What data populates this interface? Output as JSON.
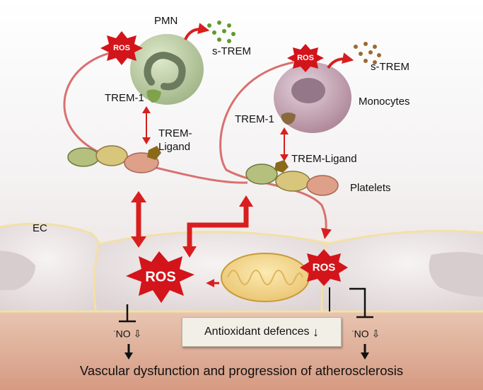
{
  "labels": {
    "pmn": "PMN",
    "s_trem_pmn": "s-TREM",
    "s_trem_mono": "s-TREM",
    "trem1_pmn": "TREM-1",
    "trem_ligand_pmn_line1": "TREM-",
    "trem_ligand_pmn_line2": "Ligand",
    "monocytes": "Monocytes",
    "trem1_mono": "TREM-1",
    "trem_ligand_mono": "TREM-Ligand",
    "platelets": "Platelets",
    "ec": "EC",
    "ros_pmn": "ROS",
    "ros_mono": "ROS",
    "ros_center": "ROS",
    "ros_right": "ROS",
    "no_left": "NO",
    "no_right": "NO",
    "no_dot": "·",
    "no_arrow": "⇩",
    "antioxidant": "Antioxidant defences",
    "antioxidant_arrow": "↓",
    "caption": "Vascular dysfunction and progression of atherosclerosis"
  },
  "colors": {
    "arrow_red": "#d81e1e",
    "ros_red": "#d3141b",
    "pmn_cell": "#bfcfa4",
    "monocyte_cell": "#c7a9b6",
    "s_trem_pmn_dots": "#5e9a2c",
    "s_trem_mono_dots": "#9a6a32",
    "mitochondrion": "#f2d68c"
  }
}
